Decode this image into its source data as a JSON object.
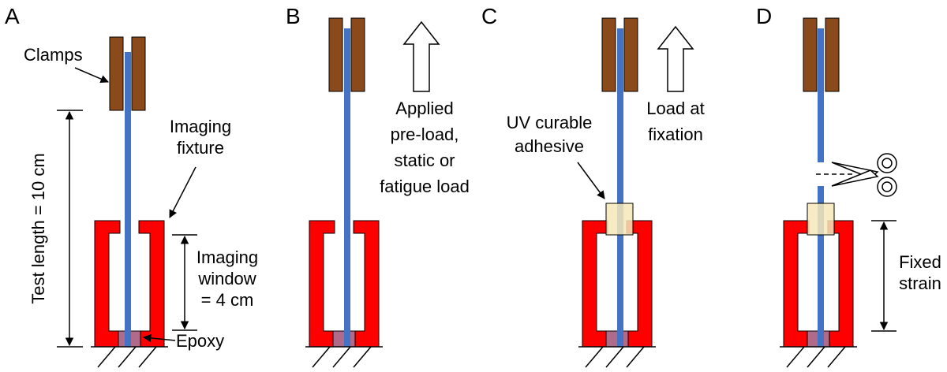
{
  "colors": {
    "clamp": "#8B4A1C",
    "fiber": "#4472C4",
    "fixture": "#FF0000",
    "epoxy": "#B06A8A",
    "adhesive": "#F6E7B8",
    "background": "#FFFFFF"
  },
  "panels": {
    "A": {
      "letter": "A",
      "clamps_label": "Clamps",
      "test_length_label": "Test length = 10 cm",
      "fixture_label": [
        "Imaging",
        "fixture"
      ],
      "window_label": [
        "Imaging",
        "window",
        "= 4 cm"
      ],
      "epoxy_label": "Epoxy"
    },
    "B": {
      "letter": "B",
      "load_label": [
        "Applied",
        "pre-load,",
        "static or",
        "fatigue load"
      ]
    },
    "C": {
      "letter": "C",
      "adhesive_label": [
        "UV curable",
        "adhesive"
      ],
      "load_label": [
        "Load at",
        "fixation"
      ]
    },
    "D": {
      "letter": "D",
      "strain_label": [
        "Fixed",
        "strain"
      ]
    }
  }
}
